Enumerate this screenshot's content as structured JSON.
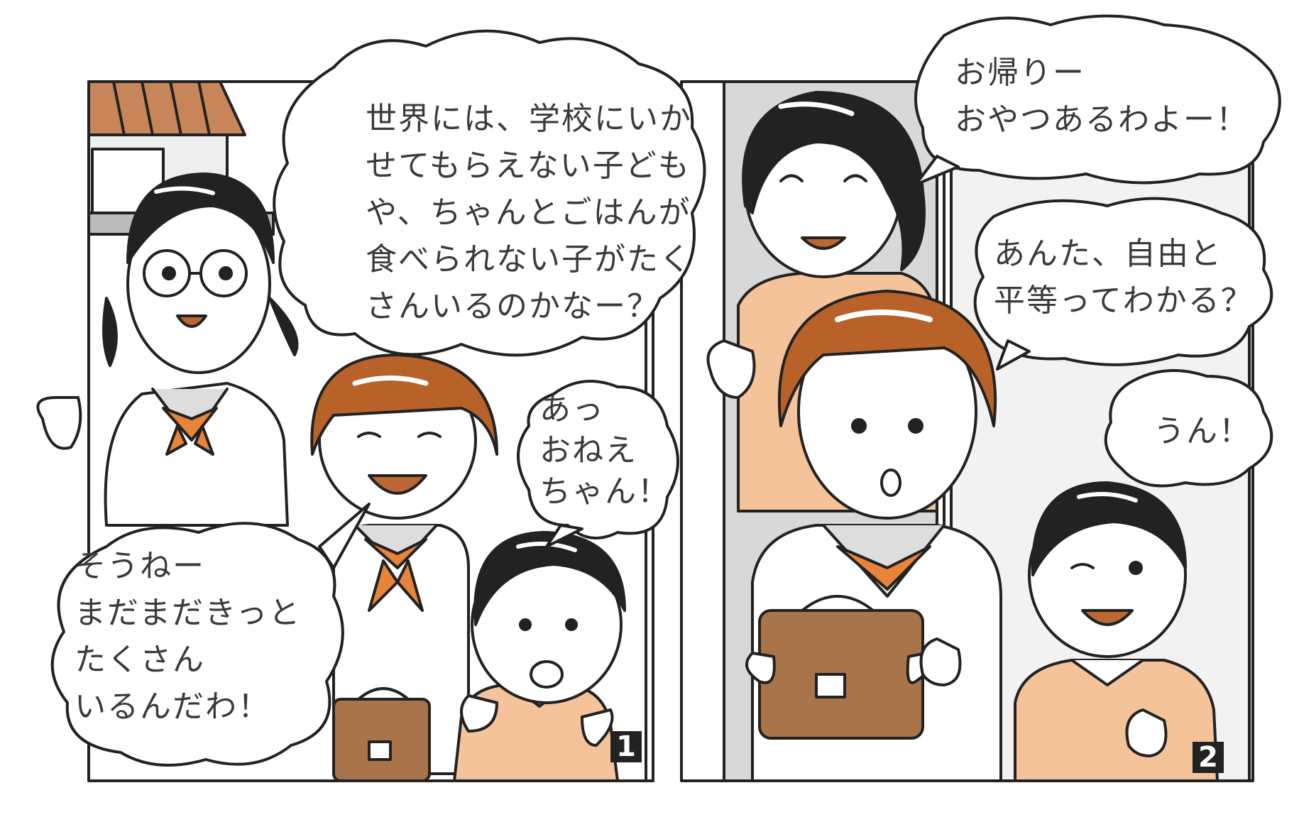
{
  "panels": [
    {
      "number": "1",
      "bubbles": {
        "friend": [
          "世界には、学校にいか",
          "せてもらえない子ども",
          "や、ちゃんとごはんが",
          "食べられない子がたく",
          "さんいるのかなー？"
        ],
        "sister": [
          "そうねー",
          "まだまだきっと",
          "たくさん",
          "いるんだわ！"
        ],
        "brother": [
          "あっ",
          "おねえ",
          "ちゃん！"
        ]
      }
    },
    {
      "number": "2",
      "bubbles": {
        "mother": [
          "お帰りー",
          "おやつあるわよー！"
        ],
        "sister_question": [
          "あんた、自由と",
          "平等ってわかる？"
        ],
        "brother_reply": [
          "うん！"
        ]
      }
    }
  ],
  "colors": {
    "outline": "#222222",
    "hair_orange": "#b8622a",
    "skin_peach": "#f4c39a",
    "bag_brown": "#a9744a",
    "scarf_orange": "#e8843a",
    "text_gray": "#3a3a3a"
  }
}
